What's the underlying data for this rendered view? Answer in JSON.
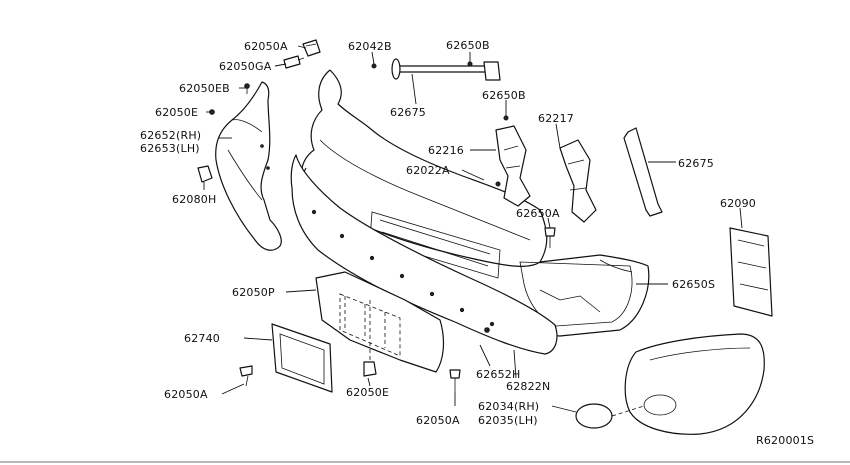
{
  "diagram": {
    "reference_code": "R620001S",
    "part_labels": [
      {
        "id": "62050A-top",
        "text": "62050A"
      },
      {
        "id": "62050GA",
        "text": "62050GA"
      },
      {
        "id": "62050EB",
        "text": "62050EB"
      },
      {
        "id": "62050E-left",
        "text": "62050E"
      },
      {
        "id": "62652RH",
        "text": "62652(RH)"
      },
      {
        "id": "62653LH",
        "text": "62653(LH)"
      },
      {
        "id": "62080H",
        "text": "62080H"
      },
      {
        "id": "62042B",
        "text": "62042B"
      },
      {
        "id": "62650B-top",
        "text": "62650B"
      },
      {
        "id": "62675-top",
        "text": "62675"
      },
      {
        "id": "62650B-mid",
        "text": "62650B"
      },
      {
        "id": "62217",
        "text": "62217"
      },
      {
        "id": "62216",
        "text": "62216"
      },
      {
        "id": "62022A",
        "text": "62022A"
      },
      {
        "id": "62675-right",
        "text": "62675"
      },
      {
        "id": "62650A-mid",
        "text": "62650A"
      },
      {
        "id": "62090",
        "text": "62090"
      },
      {
        "id": "62650S",
        "text": "62650S"
      },
      {
        "id": "62050P",
        "text": "62050P"
      },
      {
        "id": "62740",
        "text": "62740"
      },
      {
        "id": "62652H",
        "text": "62652H"
      },
      {
        "id": "62822N",
        "text": "62822N"
      },
      {
        "id": "62050A-left",
        "text": "62050A"
      },
      {
        "id": "62050E-bottom",
        "text": "62050E"
      },
      {
        "id": "62034RH",
        "text": "62034(RH)"
      },
      {
        "id": "62035LH",
        "text": "62035(LH)"
      },
      {
        "id": "62050A-bottom",
        "text": "62050A"
      }
    ]
  }
}
